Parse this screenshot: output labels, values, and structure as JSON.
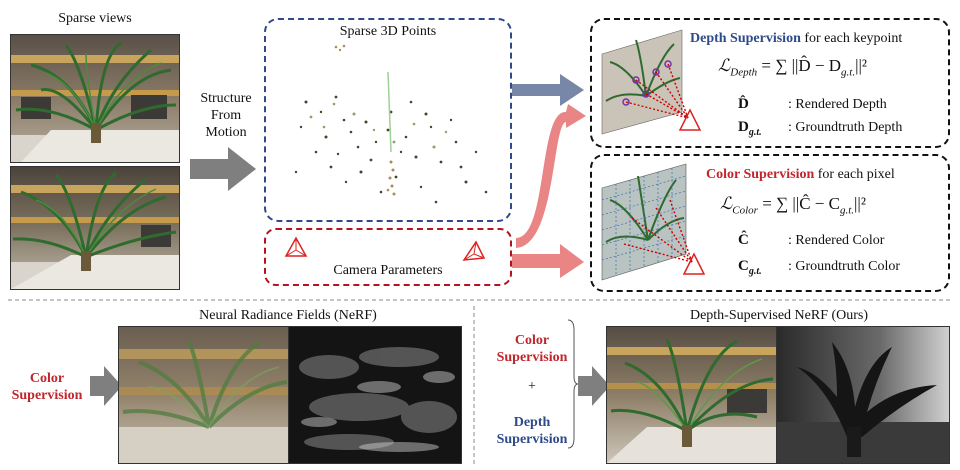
{
  "sparse_views": {
    "title": "Sparse views"
  },
  "sfm": {
    "line1": "Structure",
    "line2": "From",
    "line3": "Motion"
  },
  "points": {
    "title": "Sparse 3D Points"
  },
  "camera": {
    "label": "Camera Parameters"
  },
  "depth_box": {
    "title": "Depth Supervision",
    "title_rest": " for each keypoint",
    "formula_lhs": "ℒ",
    "formula_sub": "Depth",
    "formula_rhs": " = ∑ ||D̂ − D",
    "formula_rhs_sub": "g.t.",
    "formula_tail": "||²",
    "def1_sym": "D̂",
    "def1_text": ": Rendered Depth",
    "def2_sym": "D",
    "def2_sub": "g.t.",
    "def2_text": ": Groundtruth Depth"
  },
  "color_box": {
    "title": "Color Supervision",
    "title_rest": " for each pixel",
    "formula_lhs": "ℒ",
    "formula_sub": "Color",
    "formula_rhs": " = ∑ ||Ĉ − C",
    "formula_rhs_sub": "g.t.",
    "formula_tail": "||²",
    "def1_sym": "Ĉ",
    "def1_text": ": Rendered Color",
    "def2_sym": "C",
    "def2_sub": "g.t.",
    "def2_text": ": Groundtruth Color"
  },
  "bottom_left": {
    "title": "Neural Radiance Fields (NeRF)",
    "sup_line1": "Color",
    "sup_line2": "Supervision"
  },
  "bottom_right": {
    "title": "Depth-Supervised NeRF (Ours)",
    "color_line1": "Color",
    "color_line2": "Supervision",
    "plus": "+",
    "depth_line1": "Depth",
    "depth_line2": "Supervision"
  },
  "colors": {
    "red": "#c0262c",
    "blue": "#2e4a8a",
    "arrow_gray": "#7f7f7f"
  }
}
